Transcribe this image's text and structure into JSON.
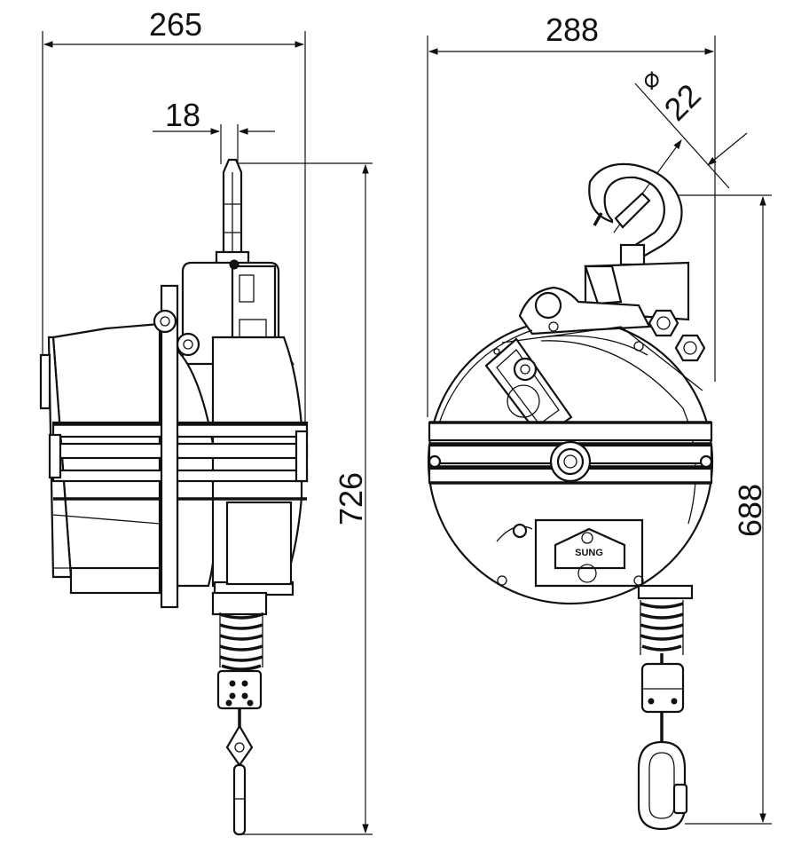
{
  "diagram": {
    "dimensions": {
      "left_width": "265",
      "hanger_width": "18",
      "left_height": "726",
      "right_width": "288",
      "hook_diameter_symbol": "⌀",
      "hook_diameter": "22",
      "right_height": "688"
    },
    "nameplate": "SUNG",
    "colors": {
      "line": "#111111",
      "background": "#ffffff"
    }
  }
}
